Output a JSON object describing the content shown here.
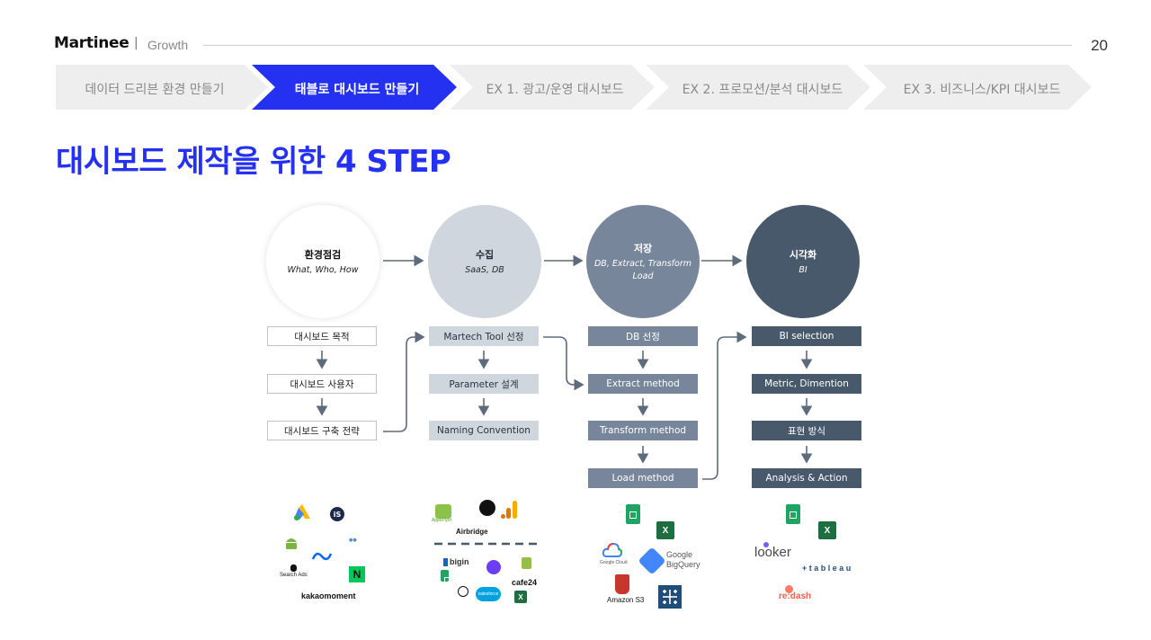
{
  "header": {
    "brand": "Martinee",
    "separator": "|",
    "section": "Growth",
    "page_number": "20"
  },
  "breadcrumbs": [
    {
      "label": "데이터 드리븐 환경 만들기",
      "active": false
    },
    {
      "label": "태블로 대시보드 만들기",
      "active": true
    },
    {
      "label": "EX 1. 광고/운영 대시보드",
      "active": false
    },
    {
      "label": "EX 2. 프로모션/분석 대시보드",
      "active": false
    },
    {
      "label": "EX 3. 비즈니스/KPI 대시보드",
      "active": false
    }
  ],
  "title": "대시보드 제작을 위한 4 STEP",
  "colors": {
    "accent": "#2431f1",
    "crumb_inactive": "#eeeeee",
    "step1": "#ffffff",
    "step2": "#cfd6de",
    "step3": "#77869a",
    "step4": "#47596b"
  },
  "steps": [
    {
      "title": "환경점검",
      "subtitle": "What, Who, How",
      "items": [
        "대시보드 목적",
        "대시보드 사용자",
        "대시보드 구축 전략"
      ]
    },
    {
      "title": "수집",
      "subtitle": "SaaS, DB",
      "items": [
        "Martech Tool 선정",
        "Parameter 설계",
        "Naming Convention"
      ]
    },
    {
      "title": "저장",
      "subtitle": "DB, Extract, Transform Load",
      "items": [
        "DB 선정",
        "Extract method",
        "Transform method",
        "Load method"
      ]
    },
    {
      "title": "시각화",
      "subtitle": "BI",
      "items": [
        "BI selection",
        "Metric, Dimention",
        "표현 방식",
        "Analysis & Action"
      ]
    }
  ],
  "logos": {
    "step1": [
      "google-ads-icon",
      "ironsource-icon",
      "android-icon",
      "meta-icon",
      "Search Ads",
      "naver-icon",
      "kakaomoment"
    ],
    "step1_text": {
      "search_ads": "Search Ads",
      "kakao": "kakaomoment",
      "naver": "N"
    },
    "step2_text": {
      "airbridge": "Airbridge",
      "bigin": "bigin",
      "cafe24": "cafe24",
      "salesforce": "salesforce",
      "appsflyer": "AppsFlyer"
    },
    "step3_text": {
      "google_cloud": "Google Cloud",
      "bigquery_1": "Google",
      "bigquery_2": "BigQuery",
      "amazon_s3": "Amazon S3",
      "excel": "X"
    },
    "step4_text": {
      "looker": "looker",
      "tableau": "+ t a b l e a u",
      "redash": "re:dash",
      "excel": "X"
    }
  }
}
